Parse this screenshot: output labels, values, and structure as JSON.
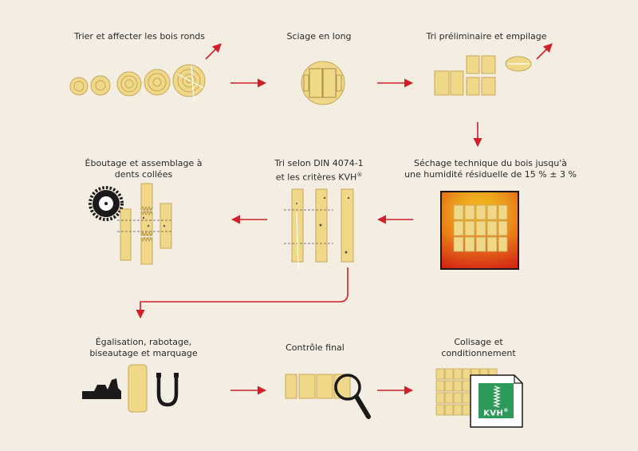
{
  "colors": {
    "background": "#f3ede2",
    "wood": "#f0d889",
    "wood_stroke": "#b8954a",
    "arrow": "#d0202a",
    "dark": "#1a1a1a"
  },
  "steps": {
    "s1": "Trier et affecter les bois ronds",
    "s2": "Sciage en long",
    "s3": "Tri préliminaire et empilage",
    "s4_line1": "Séchage technique du bois jusqu'à",
    "s4_line2": "une humidité résiduelle de 15 % ± 3 %",
    "s5_line1": "Tri selon DIN 4074-1",
    "s5_line2": "et les critères KVH",
    "s5_reg": "®",
    "s6_line1": "Éboutage et assemblage à",
    "s6_line2": "dents collées",
    "s7_line1": "Égalisation, rabotage,",
    "s7_line2": "biseautage et marquage",
    "s8": "Contrôle final",
    "s9_line1": "Colisage et",
    "s9_line2": "conditionnement"
  },
  "logo": {
    "text": "KVH",
    "reg": "®"
  }
}
